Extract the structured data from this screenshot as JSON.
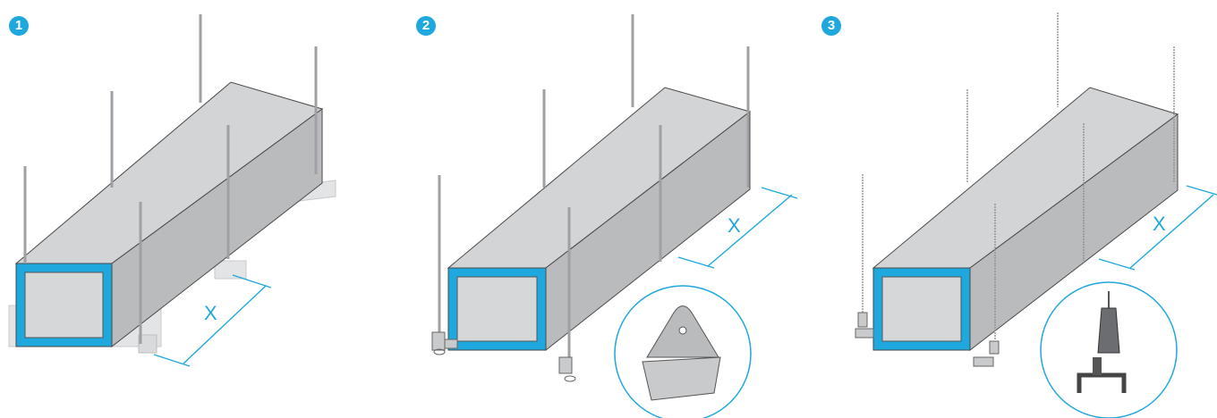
{
  "panels": [
    {
      "number": "1",
      "dimension_label": "X",
      "support": "rail"
    },
    {
      "number": "2",
      "dimension_label": "X",
      "support": "angle-bracket"
    },
    {
      "number": "3",
      "dimension_label": "X",
      "support": "wire-hanger"
    }
  ],
  "colors": {
    "accent": "#1ea8de",
    "duct_side": "#b9bbbd",
    "duct_top": "#d2d4d6",
    "rod": "#9ea0a3"
  }
}
